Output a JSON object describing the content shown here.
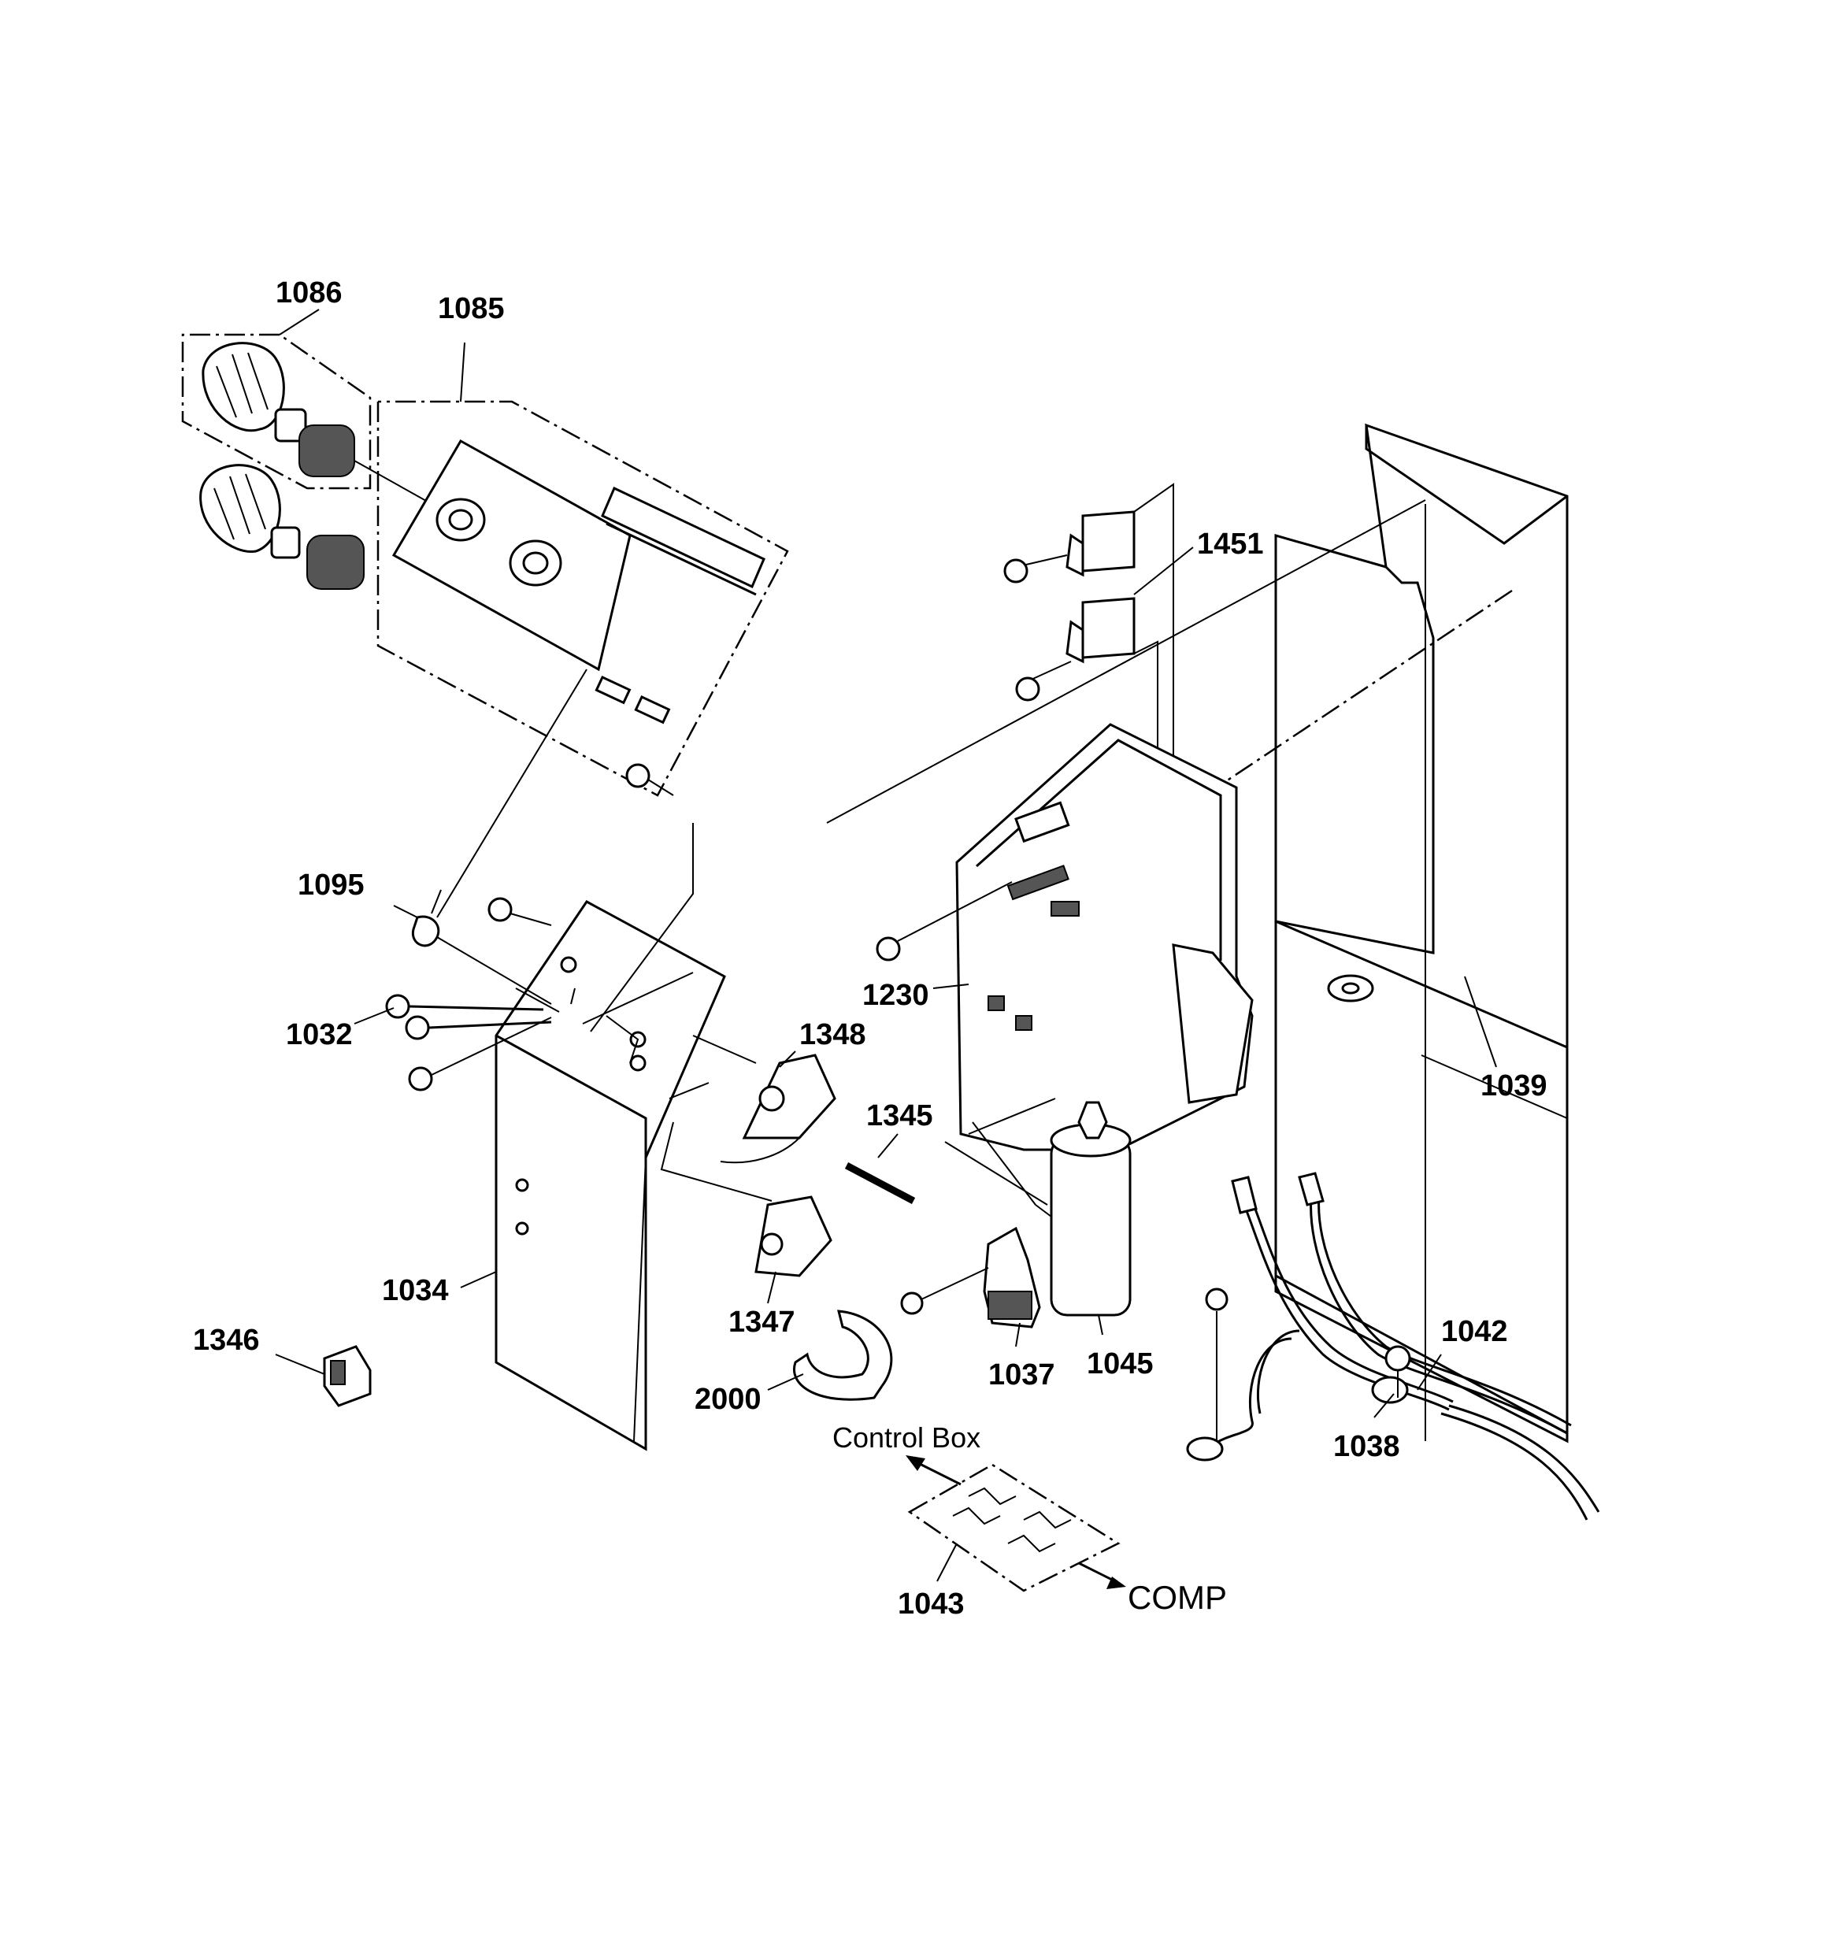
{
  "diagram": {
    "parts": [
      {
        "id": "p1086",
        "label": "1086"
      },
      {
        "id": "p1085",
        "label": "1085"
      },
      {
        "id": "p1451",
        "label": "1451"
      },
      {
        "id": "p1095",
        "label": "1095"
      },
      {
        "id": "p1032",
        "label": "1032"
      },
      {
        "id": "p1230",
        "label": "1230"
      },
      {
        "id": "p1348",
        "label": "1348"
      },
      {
        "id": "p1039",
        "label": "1039"
      },
      {
        "id": "p1345",
        "label": "1345"
      },
      {
        "id": "p1034",
        "label": "1034"
      },
      {
        "id": "p1347",
        "label": "1347"
      },
      {
        "id": "p1346",
        "label": "1346"
      },
      {
        "id": "p1037",
        "label": "1037"
      },
      {
        "id": "p1045",
        "label": "1045"
      },
      {
        "id": "p1042",
        "label": "1042"
      },
      {
        "id": "p2000",
        "label": "2000"
      },
      {
        "id": "p1038",
        "label": "1038"
      },
      {
        "id": "p1043",
        "label": "1043"
      }
    ],
    "annotations": {
      "control_box": "Control Box",
      "comp": "COMP"
    }
  }
}
